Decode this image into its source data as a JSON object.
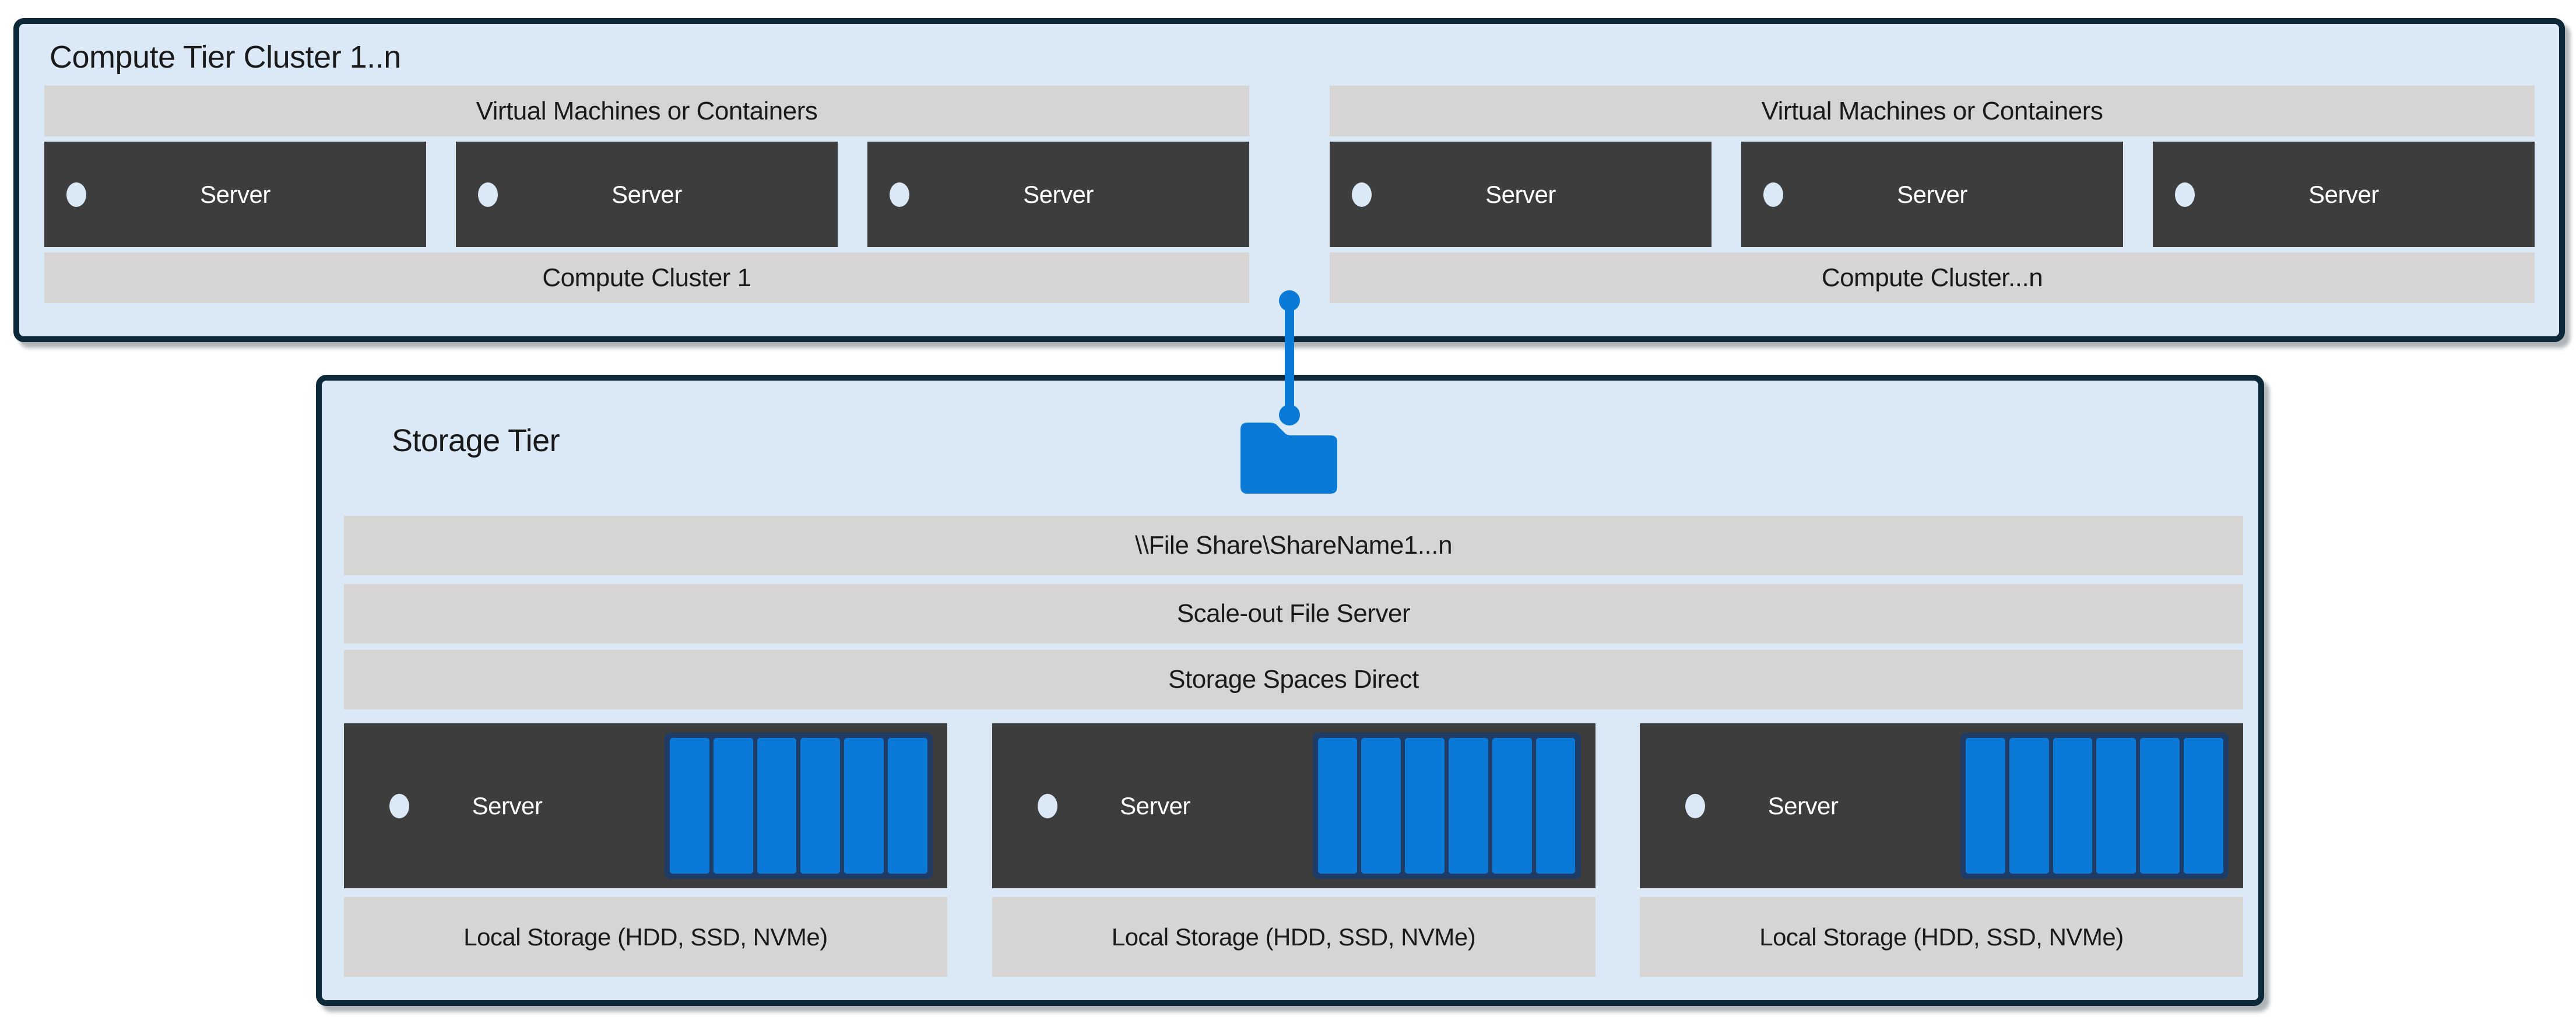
{
  "colors": {
    "background": "#ffffff",
    "tier_fill": "#dbe9f6",
    "tier_border": "#0c2839",
    "bar_fill": "#d7d5d3",
    "server_fill": "#3d3d3d",
    "server_text": "#ffffff",
    "label_text": "#1a1a1a",
    "accent_blue": "#0a7ad6",
    "disk_fill": "#0b79d8",
    "disk_frame": "#1f3c66",
    "dot_fill": "#dbe9f6"
  },
  "compute_tier": {
    "title": "Compute Tier Cluster 1..n",
    "clusters": [
      {
        "vm_label": "Virtual Machines or Containers",
        "servers": [
          "Server",
          "Server",
          "Server"
        ],
        "cluster_label": "Compute Cluster 1"
      },
      {
        "vm_label": "Virtual Machines or Containers",
        "servers": [
          "Server",
          "Server",
          "Server"
        ],
        "cluster_label": "Compute Cluster...n"
      }
    ]
  },
  "connector": {
    "icon": "folder-icon"
  },
  "storage_tier": {
    "title": "Storage Tier",
    "layers": [
      "\\\\File Share\\ShareName1...n",
      "Scale-out File Server",
      "Storage Spaces Direct"
    ],
    "nodes": [
      {
        "server_label": "Server",
        "disk_count": 6,
        "local_label": "Local Storage (HDD, SSD, NVMe)"
      },
      {
        "server_label": "Server",
        "disk_count": 6,
        "local_label": "Local Storage (HDD, SSD, NVMe)"
      },
      {
        "server_label": "Server",
        "disk_count": 6,
        "local_label": "Local Storage (HDD, SSD, NVMe)"
      }
    ]
  }
}
